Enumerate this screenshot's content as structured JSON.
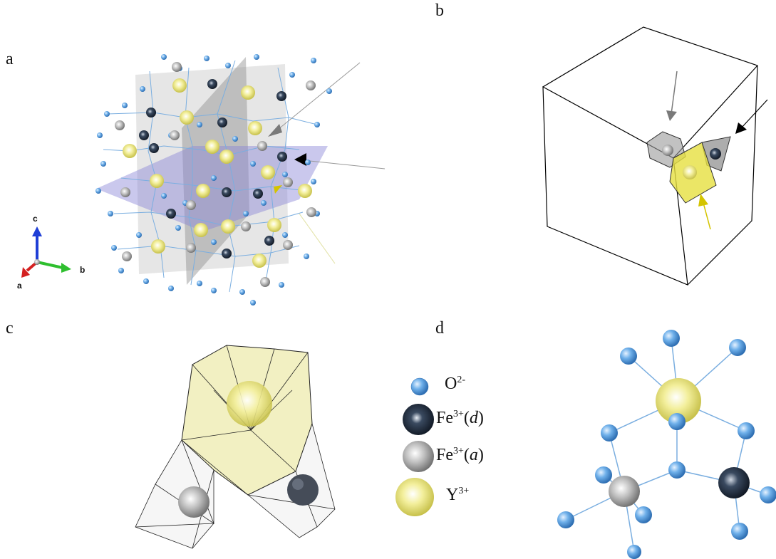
{
  "panels": {
    "a": "a",
    "b": "b",
    "c": "c",
    "d": "d"
  },
  "axes": {
    "a": "a",
    "b": "b",
    "c": "c"
  },
  "legend": [
    {
      "ion": "O",
      "charge": "2-",
      "site": "",
      "color": "#5b9bd5"
    },
    {
      "ion": "Fe",
      "charge": "3+",
      "site": "d",
      "color": "#1f2a3a"
    },
    {
      "ion": "Fe",
      "charge": "3+",
      "site": "a",
      "color": "#9a9a9a"
    },
    {
      "ion": "Y",
      "charge": "3+",
      "site": "",
      "color": "#e6e27a"
    }
  ],
  "colors": {
    "oxygen": "#5b9bd5",
    "fe_d": "#1f2a3a",
    "fe_a": "#9a9a9a",
    "yttrium": "#e6e27a",
    "plane_grey": "#9a9a9a",
    "plane_purple": "#8a86d8",
    "arrow_black": "#000000",
    "arrow_grey": "#7a7a7a",
    "arrow_yellow": "#d4c400"
  }
}
